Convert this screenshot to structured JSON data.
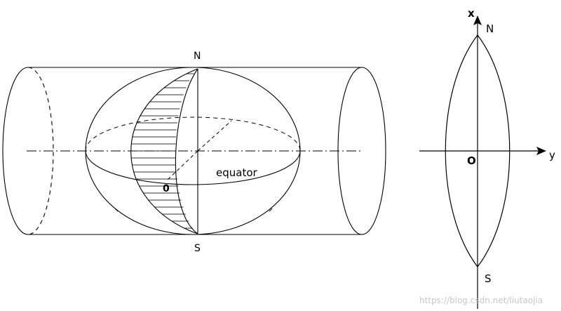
{
  "left_figure": {
    "north_label": "N",
    "south_label": "S",
    "equator_label": "equator",
    "origin_label": "0"
  },
  "right_figure": {
    "x_axis_label": "x",
    "y_axis_label": "y",
    "north_label": "N",
    "south_label": "S",
    "origin_label": "O"
  },
  "watermark": "https://blog.csdn.net/liutaojia"
}
